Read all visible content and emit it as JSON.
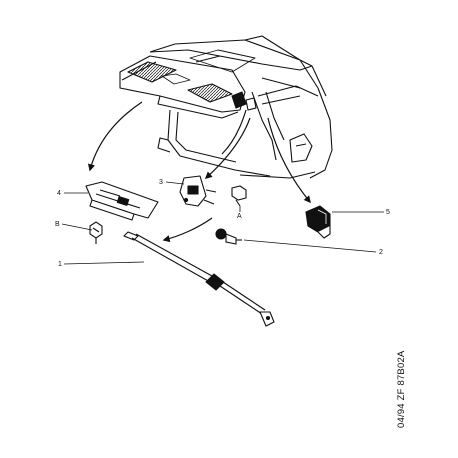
{
  "callouts": {
    "c1": "1",
    "c2": "2",
    "c3": "3",
    "c4": "4",
    "c5": "5",
    "cA": "A",
    "cB": "B"
  },
  "reference_code": "04/94 ZF 87B02A",
  "colors": {
    "ink": "#111111",
    "paper": "#ffffff"
  }
}
